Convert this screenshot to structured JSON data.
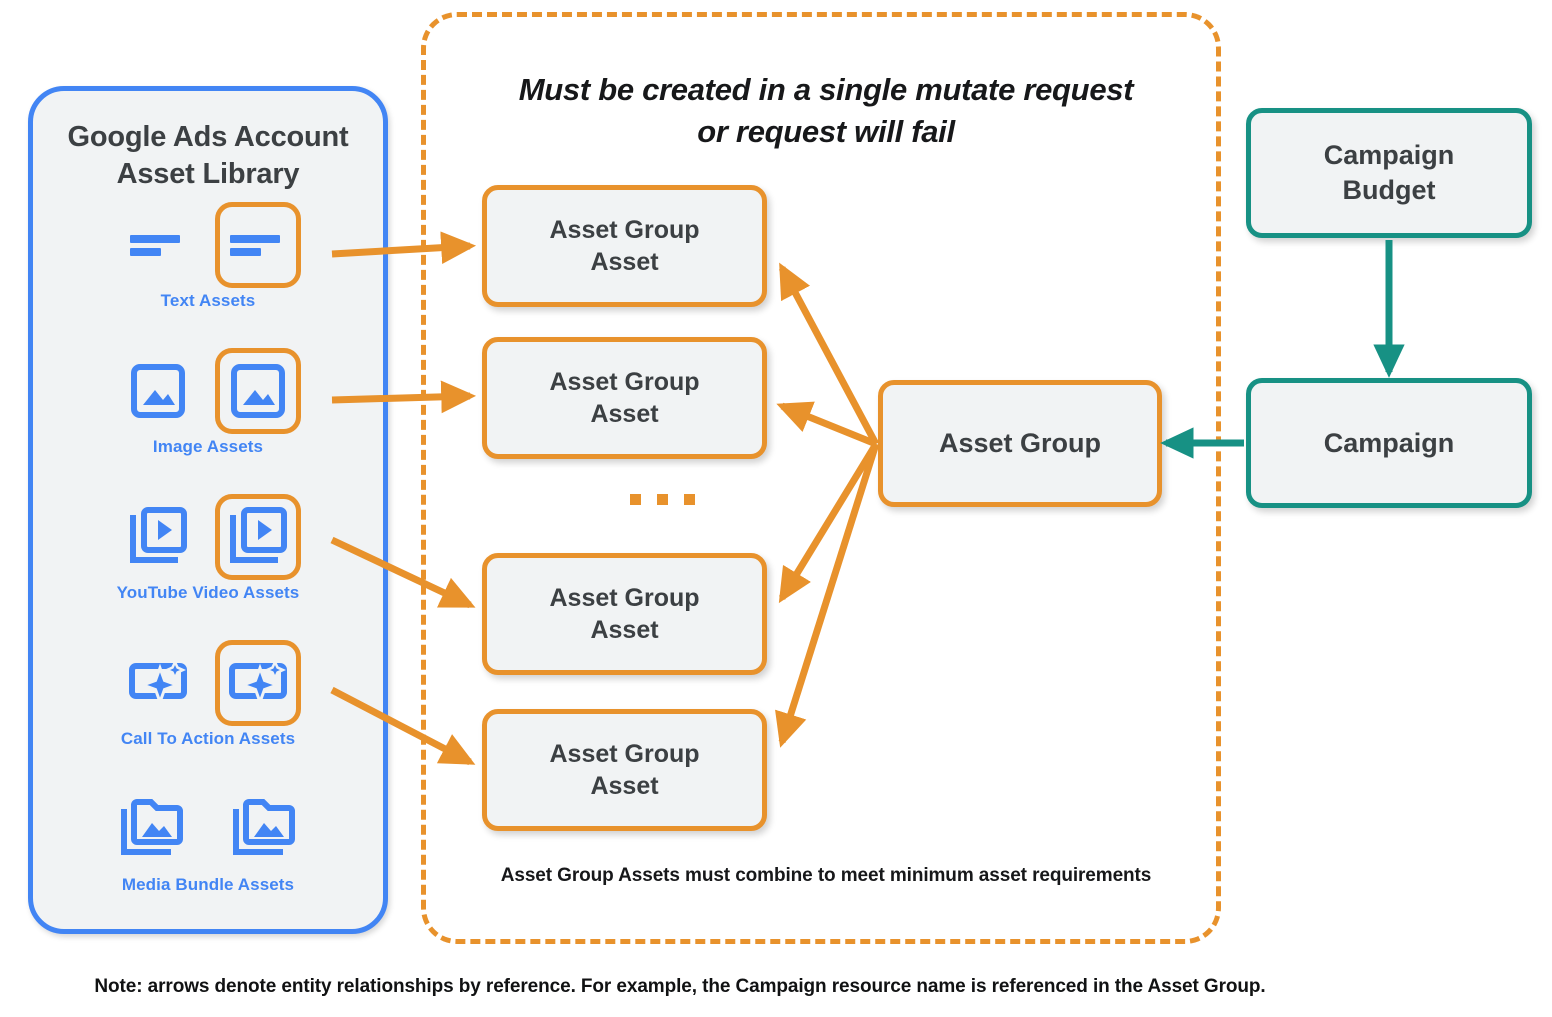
{
  "colors": {
    "blue": "#4285f4",
    "orange": "#e8922c",
    "teal": "#179184",
    "node_fill": "#f1f3f4",
    "text_dark": "#3c4043"
  },
  "asset_library": {
    "title": "Google Ads Account\nAsset Library",
    "title_line1": "Google Ads Account",
    "title_line2": "Asset Library",
    "rows": [
      {
        "caption": "Text Assets",
        "icon": "text-lines-icon",
        "highlighted_index": 1,
        "count": 2
      },
      {
        "caption": "Image Assets",
        "icon": "image-icon",
        "highlighted_index": 1,
        "count": 2
      },
      {
        "caption": "YouTube Video  Assets",
        "icon": "video-stack-icon",
        "highlighted_index": 1,
        "count": 2
      },
      {
        "caption": "Call To Action Assets",
        "icon": "call-to-action-sparkle-icon",
        "highlighted_index": 1,
        "count": 2
      },
      {
        "caption": "Media Bundle  Assets",
        "icon": "media-bundle-folder-icon",
        "highlighted_index": -1,
        "count": 2
      }
    ]
  },
  "mutate_panel": {
    "title_line1": "Must be created in a single mutate request",
    "title_line2": "or request will fail",
    "footnote": "Asset Group Assets must combine to meet minimum asset requirements",
    "ellipsis": "..."
  },
  "nodes": {
    "asset_group_assets": [
      {
        "label": "Asset Group\nAsset",
        "line1": "Asset Group",
        "line2": "Asset"
      },
      {
        "label": "Asset Group\nAsset",
        "line1": "Asset Group",
        "line2": "Asset"
      },
      {
        "label": "Asset Group\nAsset",
        "line1": "Asset Group",
        "line2": "Asset"
      },
      {
        "label": "Asset Group\nAsset",
        "line1": "Asset Group",
        "line2": "Asset"
      }
    ],
    "asset_group": {
      "label": "Asset Group"
    },
    "campaign_budget": {
      "line1": "Campaign",
      "line2": "Budget"
    },
    "campaign": {
      "label": "Campaign"
    }
  },
  "bottom_note": "Note: arrows denote entity relationships by reference. For example, the Campaign resource name is referenced in the Asset Group.",
  "diagram_edges": [
    {
      "from": "text-assets-icon",
      "to": "asset-group-asset-1",
      "color": "#e8922c"
    },
    {
      "from": "image-assets-icon",
      "to": "asset-group-asset-2",
      "color": "#e8922c"
    },
    {
      "from": "youtube-video-assets-icon",
      "to": "asset-group-asset-3",
      "color": "#e8922c"
    },
    {
      "from": "call-to-action-assets-icon",
      "to": "asset-group-asset-4",
      "color": "#e8922c"
    },
    {
      "from": "asset-group",
      "to": "asset-group-asset-1",
      "color": "#e8922c"
    },
    {
      "from": "asset-group",
      "to": "asset-group-asset-2",
      "color": "#e8922c"
    },
    {
      "from": "asset-group",
      "to": "asset-group-asset-3",
      "color": "#e8922c"
    },
    {
      "from": "asset-group",
      "to": "asset-group-asset-4",
      "color": "#e8922c"
    },
    {
      "from": "campaign-budget",
      "to": "campaign",
      "color": "#179184"
    },
    {
      "from": "campaign",
      "to": "asset-group",
      "color": "#179184"
    }
  ]
}
